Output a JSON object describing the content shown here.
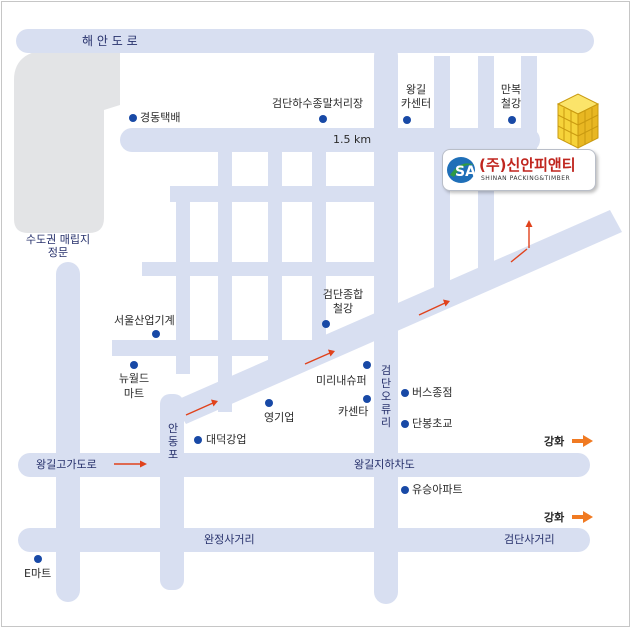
{
  "roads": {
    "top": "해 안 도 로",
    "landfill_line1": "수도권 매립지",
    "landfill_line2": "정문",
    "distance": "1.5 km",
    "angil_overpass": "왕길고가도로",
    "wanggil_underpass": "왕길지하차도",
    "wanjeong_intersection": "완정사거리",
    "geomdan_intersection": "검단사거리",
    "andongpo": "안동포",
    "geomdan_ori": "검단오류리"
  },
  "places": {
    "gyeongdong": "경동택배",
    "sewage_line1": "검단하수종말처리장",
    "wanggil_line1": "왕길",
    "wanggil_line2": "카센터",
    "manbok_line1": "만복",
    "manbok_line2": "철강",
    "seoul_machine": "서울산업기계",
    "geomdan_steel_line1": "검단종합",
    "geomdan_steel_line2": "철강",
    "newworld_line1": "뉴월드",
    "newworld_line2": "마트",
    "mirinae": "미리내슈퍼",
    "carcenter": "카센타",
    "youngki": "영기업",
    "daedeok": "대덕강업",
    "bus_stop": "버스종점",
    "danbong": "단봉초교",
    "yuseung": "유승아파트",
    "emart": "E마트"
  },
  "exits": {
    "ganghwa_upper": "강화",
    "ganghwa_lower": "강화"
  },
  "company": {
    "name": "(주)신안피앤티",
    "subtitle": "SHINAN PACKING&TIMBER",
    "logo_letters": "SA"
  },
  "colors": {
    "road": "#d8dff1",
    "landfill": "#e3e4e6",
    "dot": "#1849a6",
    "arrow": "#e0421c",
    "exit_arrow": "#f07a22",
    "brand_red": "#c0261f",
    "brand_green": "#2f9a44",
    "brand_blue": "#1f6fb8"
  }
}
